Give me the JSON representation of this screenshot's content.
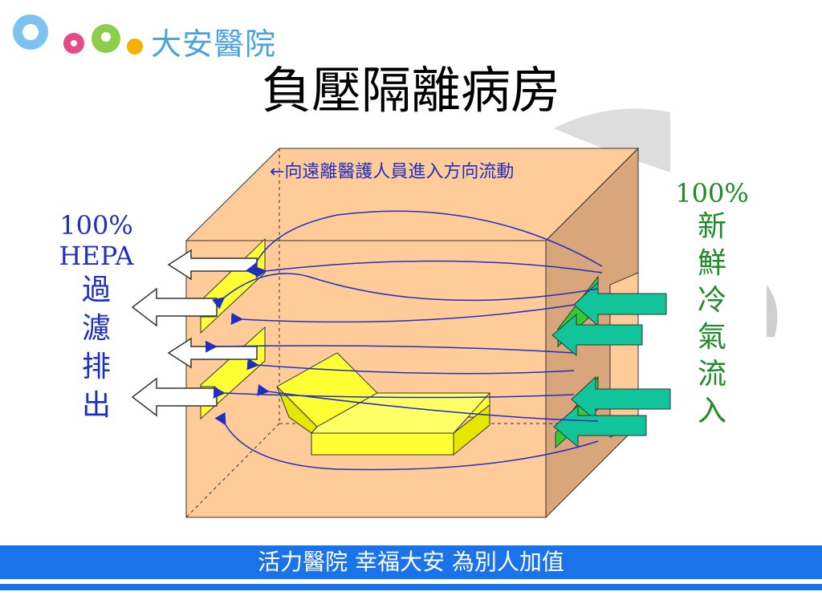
{
  "logo": {
    "text": "大安醫院"
  },
  "title": "負壓隔離病房",
  "caption": "←向遠離醫護人員進入方向流動",
  "left_label": {
    "percent": "100%",
    "name": "HEPA",
    "chars": [
      "過",
      "濾",
      "排",
      "出"
    ]
  },
  "right_label": {
    "percent": "100%",
    "chars": [
      "新",
      "鮮",
      "冷",
      "氣",
      "流",
      "入"
    ]
  },
  "footer": {
    "slogan": "活力醫院  幸福大安  為別人加值"
  },
  "colors": {
    "room_face": "#ffcc99",
    "room_side": "#d9a57a",
    "bed": "#ffff33",
    "filter": "#ffff33",
    "inlet": "#33cc33",
    "inlet_arrow": "#11c49a",
    "flow": "#1f2fc0",
    "footer": "#1a73e8"
  }
}
